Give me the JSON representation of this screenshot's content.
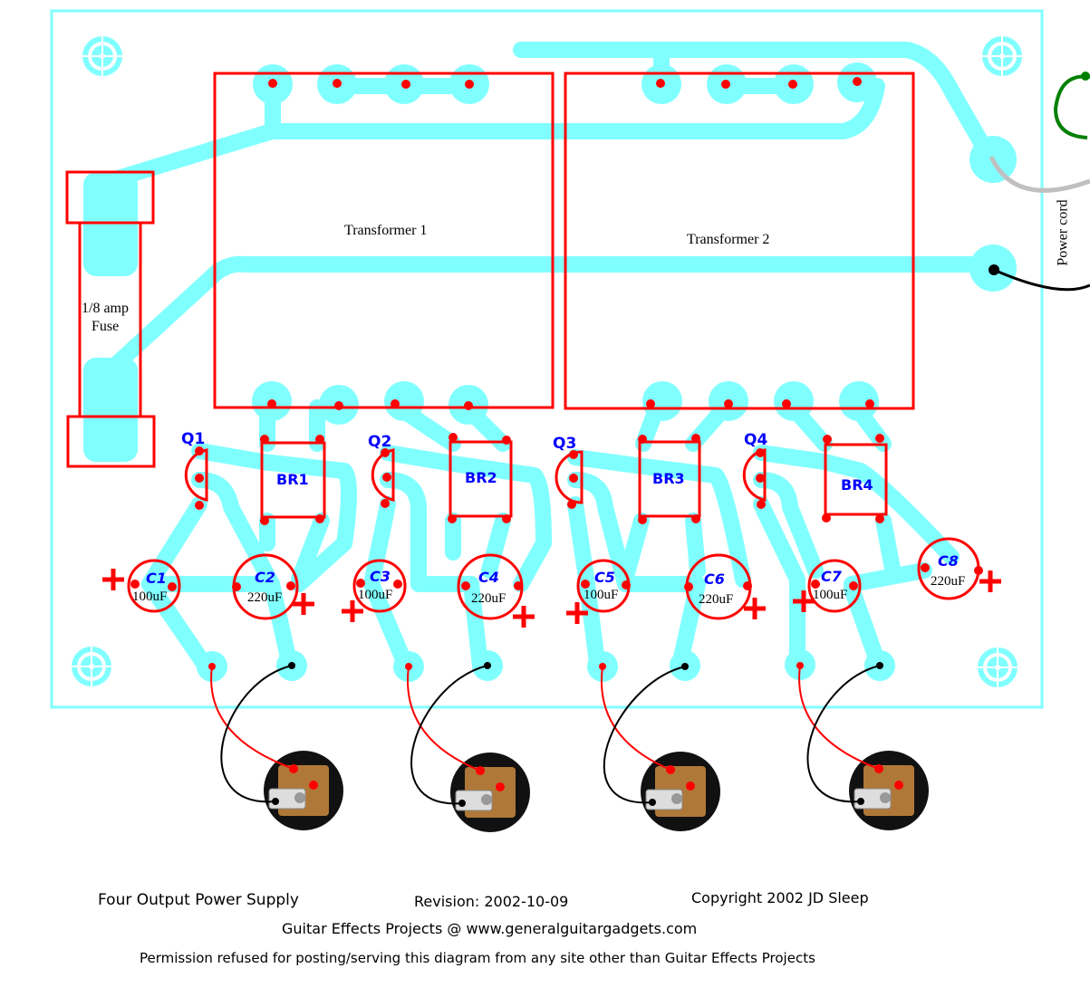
{
  "diagram": {
    "title": "Four Output Power Supply",
    "revision": "Revision: 2002-10-09",
    "copyright": "Copyright 2002  JD Sleep",
    "site": "Guitar Effects Projects @ www.generalguitargadgets.com",
    "permission": "Permission refused for posting/serving this diagram from any site other than Guitar Effects Projects",
    "colors": {
      "trace": "#80ffff",
      "outline": "#ff0000",
      "label": "#0000ff",
      "wire_red": "#ff0000",
      "wire_black": "#000000",
      "wire_green": "#008000",
      "wire_gray": "#c0c0c0"
    }
  },
  "components": {
    "transformer1": "Transformer 1",
    "transformer2": "Transformer 2",
    "fuse_line1": "1/8 amp",
    "fuse_line2": "Fuse",
    "power_cord": "Power cord",
    "regulators": [
      "Q1",
      "Q2",
      "Q3",
      "Q4"
    ],
    "bridges": [
      "BR1",
      "BR2",
      "BR3",
      "BR4"
    ],
    "capacitors": [
      {
        "name": "C1",
        "value": "100uF"
      },
      {
        "name": "C2",
        "value": "220uF"
      },
      {
        "name": "C3",
        "value": "100uF"
      },
      {
        "name": "C4",
        "value": "220uF"
      },
      {
        "name": "C5",
        "value": "100uF"
      },
      {
        "name": "C6",
        "value": "220uF"
      },
      {
        "name": "C7",
        "value": "100uF"
      },
      {
        "name": "C8",
        "value": "220uF"
      }
    ],
    "outputs": [
      "Output 1 jack",
      "Output 2 jack",
      "Output 3 jack",
      "Output 4 jack"
    ]
  }
}
